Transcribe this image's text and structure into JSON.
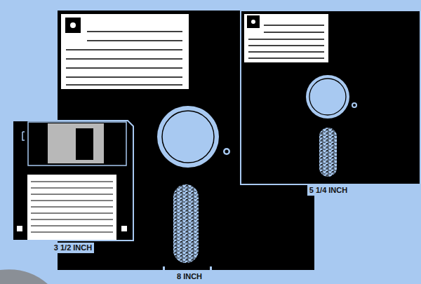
{
  "diagram": {
    "labels": [
      "3 1/2 INCH",
      "5 1/4 INCH",
      "8 INCH"
    ]
  }
}
